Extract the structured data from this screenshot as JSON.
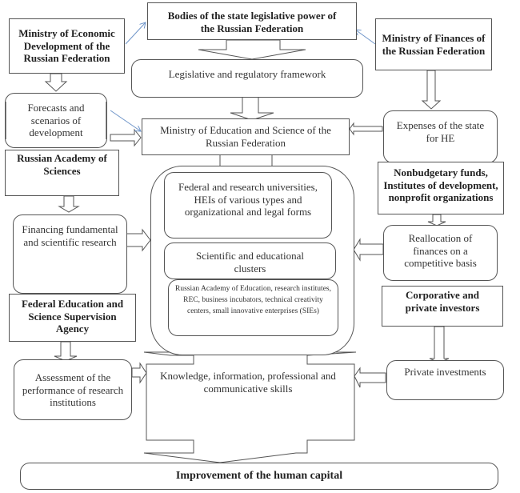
{
  "nodes": {
    "ministry_econ": "Ministry of Economic Development of the Russian Federation",
    "legislative_bodies": "Bodies of the state legislative power of the Russian Federation",
    "ministry_finance": "Ministry of Finances of the Russian Federation",
    "legal_framework": "Legislative and regulatory framework",
    "forecasts": "Forecasts and scenarios of development",
    "ministry_education": "Ministry of Education and Science of the Russian Federation",
    "state_expenses": "Expenses of the state for HE",
    "academy_sciences": "Russian Academy of Sciences",
    "nonbudgetary": "Nonbudgetary funds, Institutes of development, nonprofit organizations",
    "universities": "Federal and research universities, HEIs of various types and organizational and legal forms",
    "financing_research": "Financing fundamental and scientific research",
    "clusters": "Scientific and educational clusters",
    "reallocation": "Reallocation of finances on a competitive basis",
    "rae_institutes": "Russian Academy of Education, research institutes, REC, business incubators, technical creativity centers, small innovative enterprises (SIEs)",
    "supervision_agency": "Federal Education and Science Supervision Agency",
    "corporate_investors": "Corporative and private investors",
    "assessment": "Assessment of the performance of research institutions",
    "knowledge_skills": "Knowledge, information, professional and communicative skills",
    "private_investments": "Private investments",
    "human_capital": "Improvement of the human capital"
  },
  "colors": {
    "stroke": "#555555",
    "accent_arrow": "#6f95c9",
    "text": "#222222"
  }
}
